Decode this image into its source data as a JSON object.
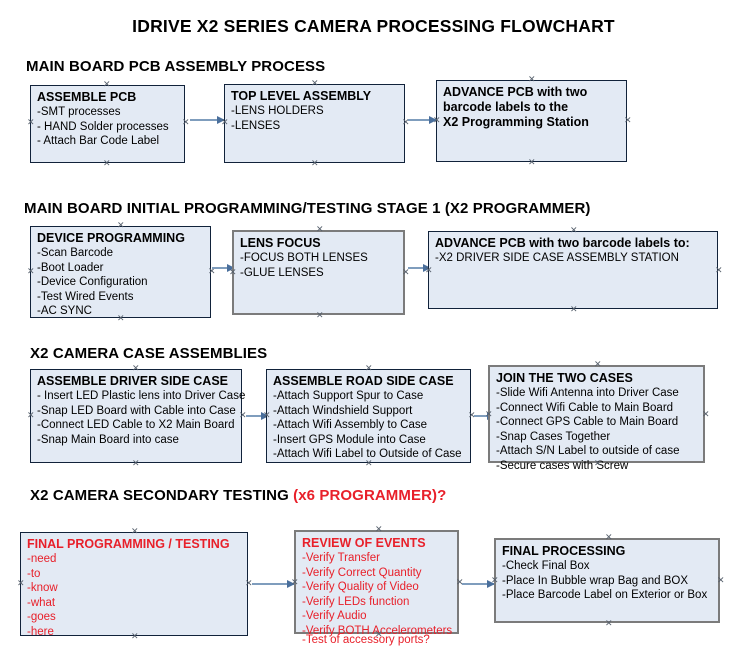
{
  "title": "IDRIVE X2  SERIES CAMERA PROCESSING FLOWCHART",
  "colors": {
    "node_fill": "#e3eaf4",
    "node_border_dark": "#11223a",
    "node_border_gray": "#7b7b7b",
    "text": "#000000",
    "accent_red": "#e8202a",
    "arrow": "#4a6f9c"
  },
  "sections": [
    {
      "header": "MAIN BOARD PCB ASSEMBLY PROCESS",
      "header_accent": "",
      "nodes": [
        {
          "title": "ASSEMBLE PCB",
          "lines": [
            "-SMT processes",
            "- HAND Solder processes",
            "- Attach Bar Code Label"
          ]
        },
        {
          "title": "TOP LEVEL ASSEMBLY",
          "lines": [
            "-LENS HOLDERS",
            "-LENSES"
          ]
        },
        {
          "title": "ADVANCE PCB with two",
          "lines": [
            "barcode labels to the",
            " X2 Programming Station"
          ]
        }
      ]
    },
    {
      "header": "MAIN BOARD INITIAL PROGRAMMING/TESTING STAGE 1 (X2 PROGRAMMER)",
      "header_accent": "",
      "nodes": [
        {
          "title": "DEVICE PROGRAMMING",
          "lines": [
            "-Scan Barcode",
            "-Boot Loader",
            "-Device Configuration",
            "-Test Wired Events",
            "-AC SYNC"
          ]
        },
        {
          "title": "LENS FOCUS",
          "lines": [
            "-FOCUS BOTH LENSES",
            "-GLUE LENSES"
          ]
        },
        {
          "title": "ADVANCE PCB with two barcode labels to:",
          "lines": [
            "-X2 DRIVER  SIDE  CASE  ASSEMBLY STATION"
          ]
        }
      ]
    },
    {
      "header": "X2 CAMERA CASE ASSEMBLIES",
      "header_accent": "",
      "nodes": [
        {
          "title": "ASSEMBLE DRIVER SIDE CASE",
          "lines": [
            "- Insert LED Plastic lens into Driver Case",
            "-Snap LED Board with Cable into Case",
            "-Connect LED Cable to X2 Main Board",
            "-Snap Main Board into case"
          ]
        },
        {
          "title": "ASSEMBLE ROAD SIDE CASE",
          "lines": [
            "-Attach Support Spur to Case",
            "-Attach Windshield Support",
            "-Attach Wifi Assembly to Case",
            "-Insert GPS Module into Case",
            "-Attach Wifi Label to Outside of Case"
          ]
        },
        {
          "title": "JOIN THE TWO CASES",
          "lines": [
            "-Slide Wifi Antenna into Driver Case",
            "-Connect Wifi Cable to Main Board",
            "-Connect GPS Cable to Main Board",
            "-Snap Cases Together",
            "-Attach S/N Label to outside of case",
            "-Secure cases with Screw"
          ]
        }
      ]
    },
    {
      "header": "X2 CAMERA SECONDARY TESTING ",
      "header_accent": "(x6 PROGRAMMER)?",
      "nodes": [
        {
          "title": "FINAL PROGRAMMING / TESTING",
          "lines": [
            "-need",
            "-to",
            "-know",
            "-what",
            "-goes",
            "-here"
          ]
        },
        {
          "title": "REVIEW OF EVENTS",
          "lines": [
            "-Verify Transfer",
            "-Verify Correct Quantity",
            "-Verify Quality of Video",
            "-Verify LEDs function",
            "-Verify Audio",
            "-Verify BOTH Accelerometers"
          ],
          "overflow_line": "-Test of accessory ports?"
        },
        {
          "title": "FINAL PROCESSING",
          "lines": [
            " -Check Final Box",
            "-Place In Bubble wrap Bag and BOX",
            "-Place Barcode Label on Exterior or Box"
          ]
        }
      ]
    }
  ]
}
